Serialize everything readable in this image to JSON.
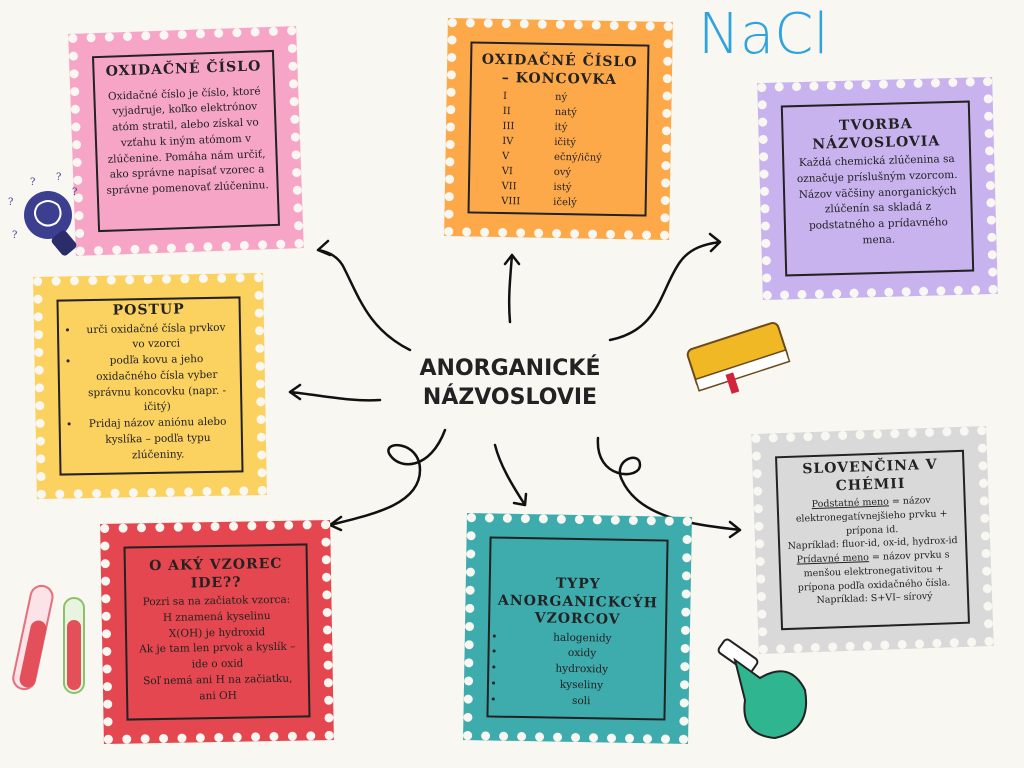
{
  "center_title": [
    "ANORGANICKÉ",
    "NÁZVOSLOVIE"
  ],
  "nacl": "NaCl",
  "cards": {
    "oxidacne": {
      "title": "OXIDAČNÉ ČÍSLO",
      "text": "Oxidačné číslo je číslo, ktoré vyjadruje, koľko elektrónov atóm stratil, alebo získal vo vzťahu k iným atómom v zlúčenine. Pomáha nám určiť, ako správne napísať vzorec a správne pomenovať zlúčeninu.",
      "color": "#f7a5c7"
    },
    "koncovka": {
      "title": "OXIDAČNÉ ČÍSLO – KONCOVKA",
      "rows": [
        [
          "I",
          "ný"
        ],
        [
          "II",
          "natý"
        ],
        [
          "III",
          "itý"
        ],
        [
          "IV",
          "ičitý"
        ],
        [
          "V",
          "ečný/ičný"
        ],
        [
          "VI",
          "ový"
        ],
        [
          "VII",
          "istý"
        ],
        [
          "VIII",
          "ičelý"
        ]
      ],
      "color": "#fda94a"
    },
    "tvorba": {
      "title": "TVORBA NÁZVOSLOVIA",
      "text1": "Každá chemická zlúčenina sa označuje príslušným vzorcom.",
      "text2": "Názov väčšiny anorganických zlúčenín sa skladá z podstatného a prídavného mena.",
      "color": "#c8b3ef"
    },
    "postup": {
      "title": "POSTUP",
      "items": [
        "urči oxidačné čísla prvkov vo vzorci",
        "podľa kovu a jeho oxidačného čísla vyber správnu koncovku (napr. - ičitý)",
        "Pridaj názov aniónu alebo kyslíka – podľa typu zlúčeniny."
      ],
      "color": "#fbd160"
    },
    "slovencina": {
      "title": "SLOVENČINA V CHÉMII",
      "p1_label": "Podstatné meno",
      "p1_text": " = názov elektronegatívnejšieho prvku + prípona id.",
      "p1_example": "Napríklad: fluor-id, ox-id, hydrox-id",
      "p2_label": "Prídavné meno",
      "p2_text": " = názov prvku s menšou elektronegativitou + prípona podľa oxidačného čísla.",
      "p2_example": "Napríklad: S+VI– sírový",
      "color": "#d9d9d9"
    },
    "vzorec": {
      "title": "O AKÝ VZOREC IDE??",
      "lines": [
        "Pozri sa na začiatok vzorca:",
        "H znamená kyselinu",
        "X(OH) je hydroxid",
        "Ak je tam len prvok a kyslík – ide o oxid",
        "Soľ nemá ani H na začiatku, ani OH"
      ],
      "color": "#e4474f"
    },
    "typy": {
      "title": "TYPY ANORGANICKCÝH VZORCOV",
      "items": [
        "halogenidy",
        "oxidy",
        "hydroxidy",
        "kyseliny",
        "soli"
      ],
      "color": "#3eabac"
    }
  }
}
